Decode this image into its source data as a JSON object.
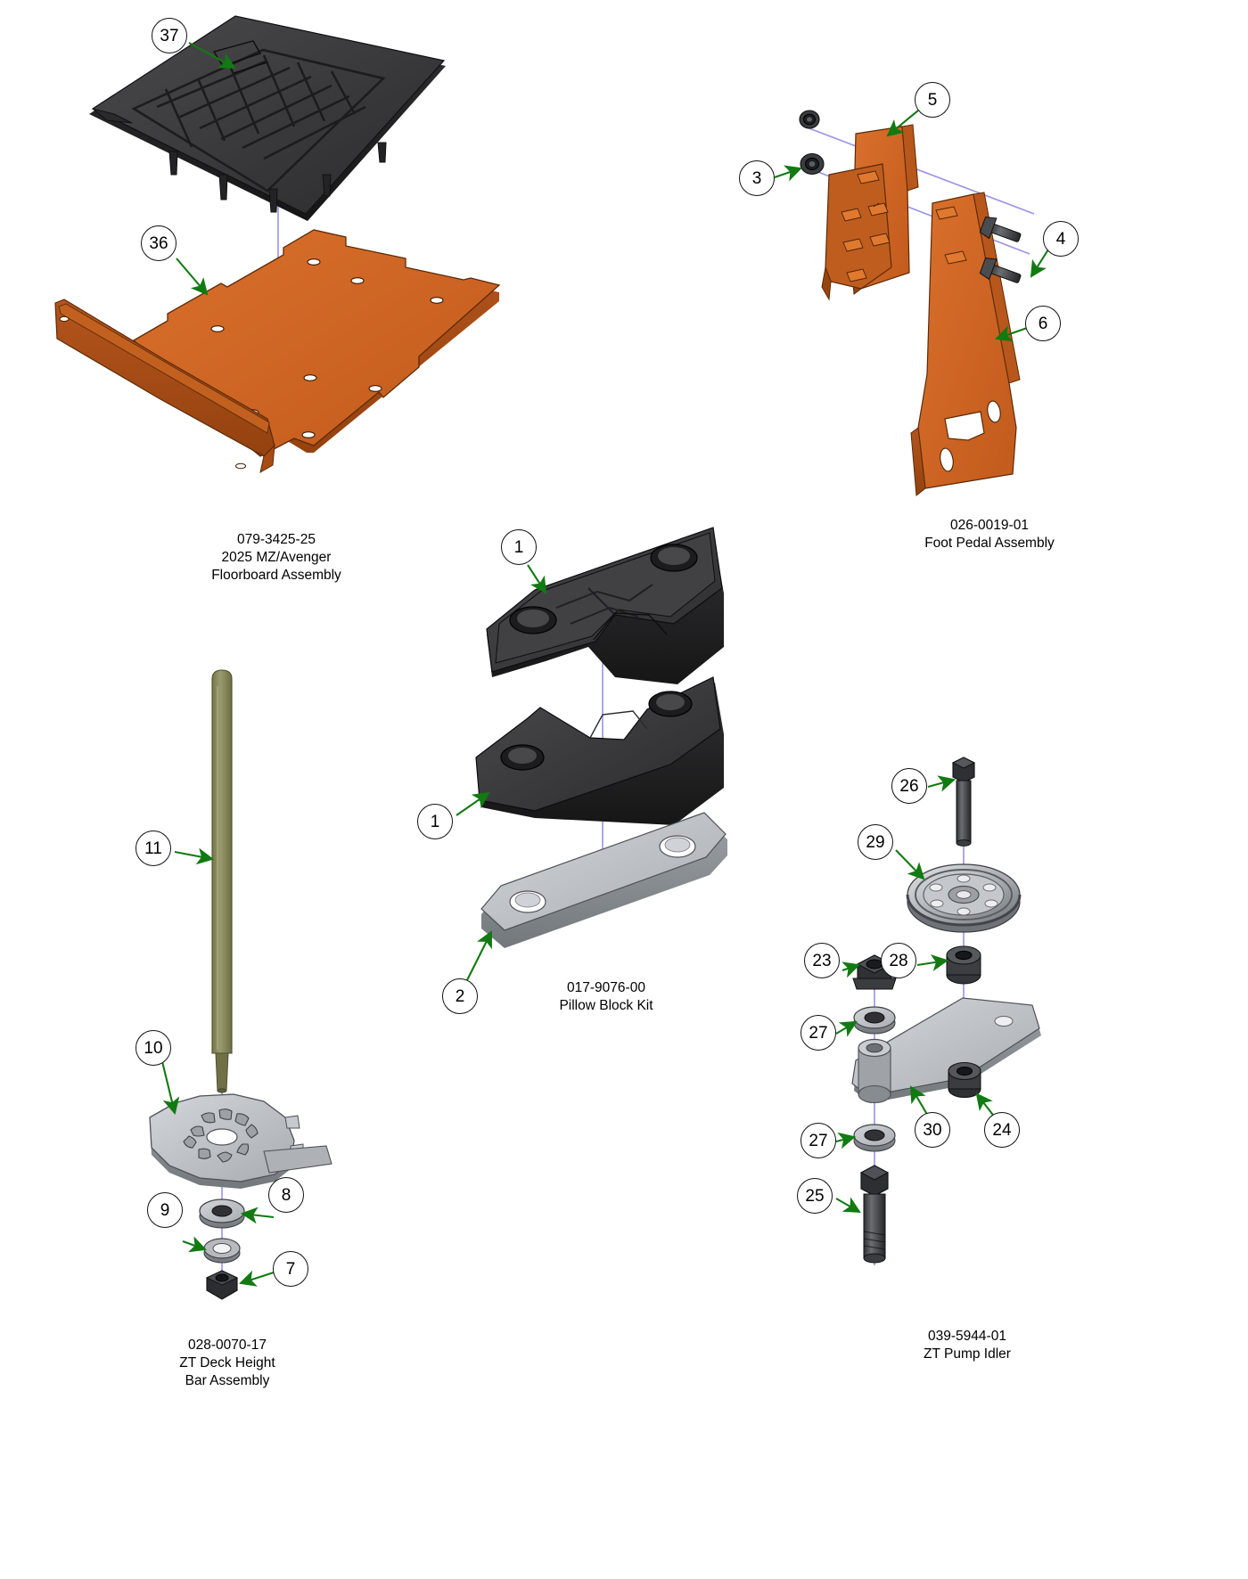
{
  "document": {
    "type": "exploded-parts-diagram",
    "background": "#ffffff",
    "accent_arrow_color": "#117a11",
    "centerline_color": "#9a93e8",
    "orange_part_color": "#cf6322",
    "black_part_color": "#3a3a3c",
    "gray_part_color": "#b9bcc0",
    "olive_part_color": "#8b8c60"
  },
  "assemblies": [
    {
      "id": "floorboard",
      "part_number": "079-3425-25",
      "line2": "2025 MZ/Avenger",
      "line3": "Floorboard Assembly",
      "callouts": [
        "37",
        "36"
      ]
    },
    {
      "id": "foot-pedal",
      "part_number": "026-0019-01",
      "line2": "Foot Pedal Assembly",
      "line3": "",
      "callouts": [
        "5",
        "3",
        "4",
        "6"
      ]
    },
    {
      "id": "pillow-block",
      "part_number": "017-9076-00",
      "line2": "Pillow Block Kit",
      "line3": "",
      "callouts": [
        "1",
        "1",
        "2"
      ]
    },
    {
      "id": "deck-height-bar",
      "part_number": "028-0070-17",
      "line2": "ZT Deck Height",
      "line3": "Bar Assembly",
      "callouts": [
        "11",
        "10",
        "9",
        "8",
        "7"
      ]
    },
    {
      "id": "pump-idler",
      "part_number": "039-5944-01",
      "line2": "ZT Pump Idler",
      "line3": "",
      "callouts": [
        "26",
        "29",
        "23",
        "28",
        "27",
        "27",
        "30",
        "24",
        "25"
      ]
    }
  ],
  "callouts": {
    "c37": "37",
    "c36": "36",
    "c5": "5",
    "c3": "3",
    "c4": "4",
    "c6": "6",
    "c1a": "1",
    "c1b": "1",
    "c2": "2",
    "c11": "11",
    "c10": "10",
    "c9": "9",
    "c8": "8",
    "c7": "7",
    "c26": "26",
    "c29": "29",
    "c23": "23",
    "c28": "28",
    "c27a": "27",
    "c27b": "27",
    "c30": "30",
    "c24": "24",
    "c25": "25"
  },
  "captions": {
    "floorboard": {
      "l1": "079-3425-25",
      "l2": "2025 MZ/Avenger",
      "l3": "Floorboard Assembly"
    },
    "foot_pedal": {
      "l1": "026-0019-01",
      "l2": "Foot Pedal Assembly"
    },
    "pillow_block": {
      "l1": "017-9076-00",
      "l2": "Pillow Block Kit"
    },
    "deck_height": {
      "l1": "028-0070-17",
      "l2": "ZT Deck Height",
      "l3": "Bar Assembly"
    },
    "pump_idler": {
      "l1": "039-5944-01",
      "l2": "ZT Pump Idler"
    }
  }
}
